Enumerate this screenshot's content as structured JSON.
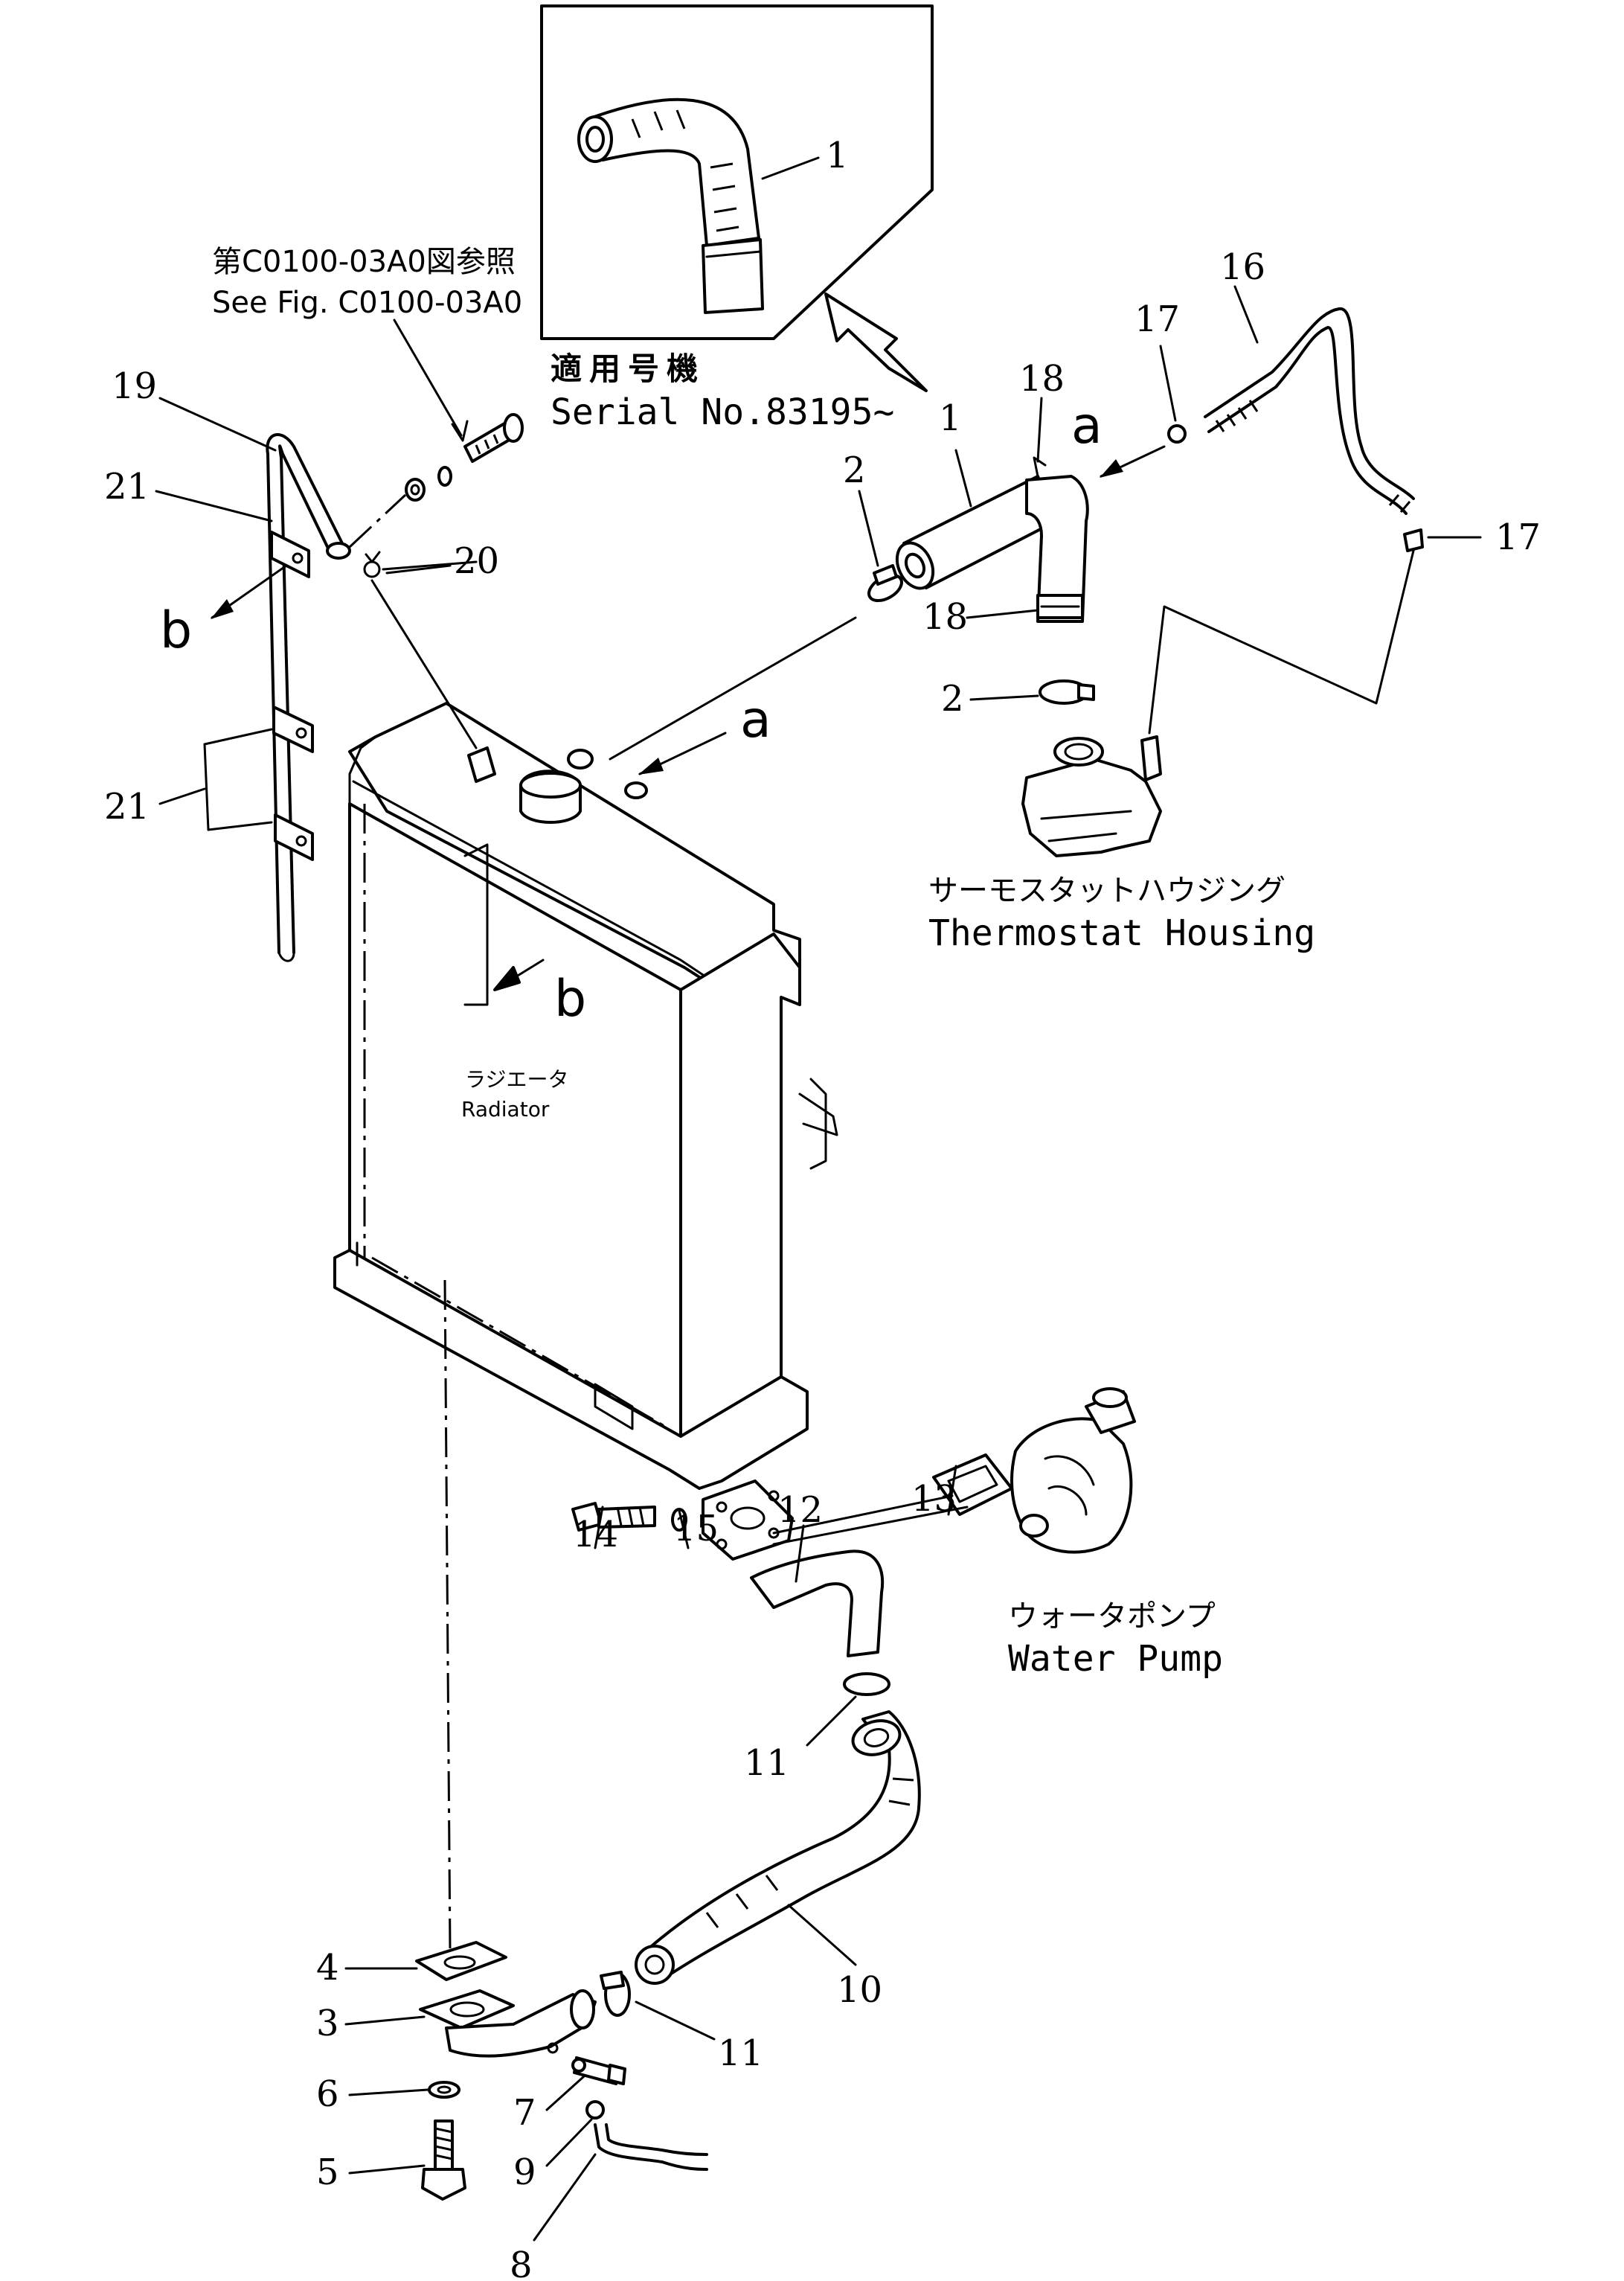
{
  "serial": {
    "jp": "適用号機",
    "en": "Serial No.83195~"
  },
  "reference": {
    "jp": "第C0100-03A0図参照",
    "en": "See Fig. C0100-03A0"
  },
  "components": {
    "radiator_jp": "ラジエータ",
    "radiator_en": "Radiator",
    "thermostat_jp": "サーモスタットハウジング",
    "thermostat_en": "Thermostat Housing",
    "pump_jp": "ウォータポンプ",
    "pump_en": "Water Pump"
  },
  "view_markers": {
    "a": "a",
    "b": "b"
  },
  "part_numbers": {
    "n1": "1",
    "n2": "2",
    "n3": "3",
    "n4": "4",
    "n5": "5",
    "n6": "6",
    "n7": "7",
    "n8": "8",
    "n9": "9",
    "n10": "10",
    "n11": "11",
    "n12": "12",
    "n13": "13",
    "n14": "14",
    "n15": "15",
    "n16": "16",
    "n17": "17",
    "n18": "18",
    "n19": "19",
    "n20": "20",
    "n21": "21"
  }
}
